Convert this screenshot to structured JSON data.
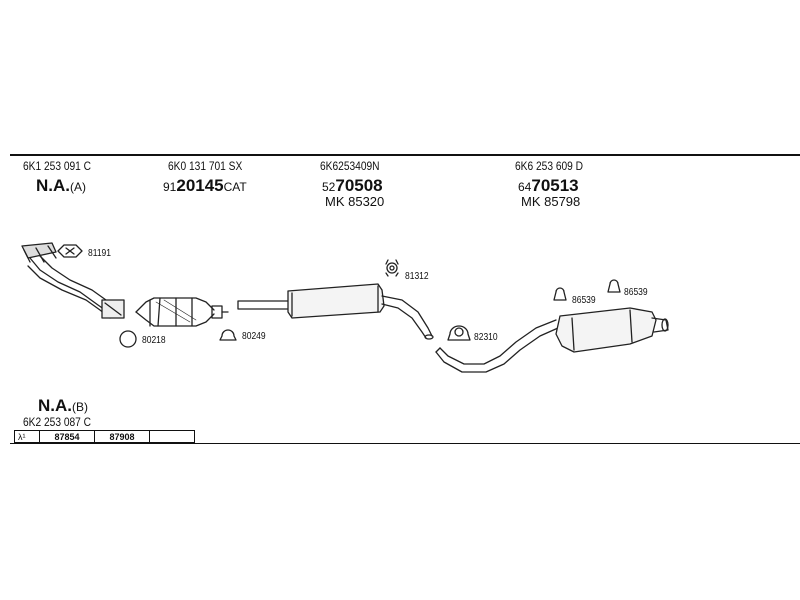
{
  "groups": [
    {
      "part_no": "6K1 253 091 C",
      "ref": "N.A.",
      "ref_suffix": "(A)"
    },
    {
      "part_no": "6K0 131 701 SX",
      "ref_prefix": "91",
      "ref": "20145",
      "ref_suffix": "CAT"
    },
    {
      "part_no": "6K6253409N",
      "ref_prefix": "52",
      "ref": "70508",
      "mk": "MK 85320"
    },
    {
      "part_no": "6K6 253 609 D",
      "ref_prefix": "64",
      "ref": "70513",
      "mk": "MK 85798"
    }
  ],
  "parts": {
    "gasket_top": "81191",
    "ring_left": "80218",
    "clamp_cat": "80249",
    "hanger_mid": "81312",
    "clamp_rear": "82310",
    "hanger_rear_a": "86539",
    "hanger_rear_b": "86539"
  },
  "bottom": {
    "ref": "N.A.",
    "ref_suffix": "(B)",
    "part_no": "6K2 253 087 C"
  },
  "table": {
    "label": "λ¹",
    "cells": [
      "87854",
      "87908",
      ""
    ]
  }
}
